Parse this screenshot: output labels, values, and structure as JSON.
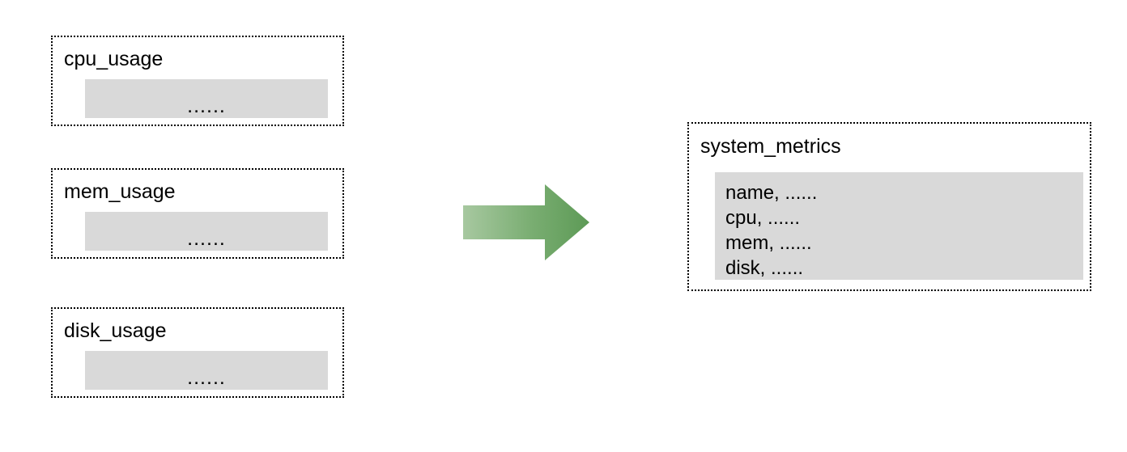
{
  "diagram": {
    "type": "data-consolidation-flow",
    "sources": [
      {
        "title": "cpu_usage",
        "body_ellipsis": "......"
      },
      {
        "title": "mem_usage",
        "body_ellipsis": "......"
      },
      {
        "title": "disk_usage",
        "body_ellipsis": "......"
      }
    ],
    "connector": {
      "icon": "right-arrow-icon",
      "direction": "right",
      "gradient_start": "#a7c8a0",
      "gradient_end": "#5d9a56"
    },
    "target": {
      "title": "system_metrics",
      "rows": [
        "name, ......",
        "cpu, ......",
        "mem, ......",
        "disk, ......"
      ]
    },
    "colors": {
      "box_border": "#000000",
      "body_fill": "#d9d9d9",
      "text": "#000000",
      "background": "#ffffff"
    }
  }
}
